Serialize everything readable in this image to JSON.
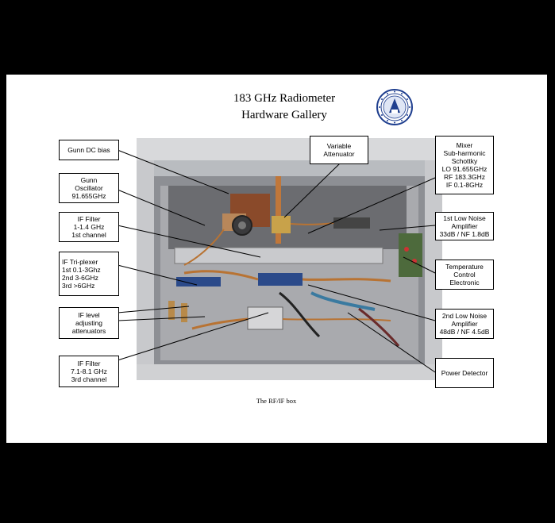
{
  "title_line1": "183 GHz Radiometer",
  "title_line2": "Hardware Gallery",
  "caption": "The RF/IF box",
  "logo_icon": "university-seal-icon",
  "callouts": {
    "gunn_dc_bias": "Gunn DC bias",
    "gunn_oscillator": "Gunn\nOscillator\n91.655GHz",
    "if_filter_1": "IF Filter\n1-1.4 GHz\n1st channel",
    "if_triplexer": "IF Tri-plexer\n1st    0.1-3Ghz\n2nd     3-6GHz\n3rd       >6GHz",
    "if_level": "IF level\nadjusting\nattenuators",
    "if_filter_3": "IF Filter\n7.1-8.1 GHz\n3rd channel",
    "variable_attenuator": "Variable\nAttenuator",
    "mixer": "Mixer\nSub-harmonic\nSchottky\nLO 91.655GHz\nRF 183.3GHz\nIF 0.1-8GHz",
    "lna1": "1st Low Noise\nAmplifier\n33dB / NF 1.8dB",
    "temp_control": "Temperature\nControl\nElectronic",
    "lna2": "2nd Low Noise\nAmplifier\n48dB / NF 4.5dB",
    "power_detector": "Power Detector"
  }
}
